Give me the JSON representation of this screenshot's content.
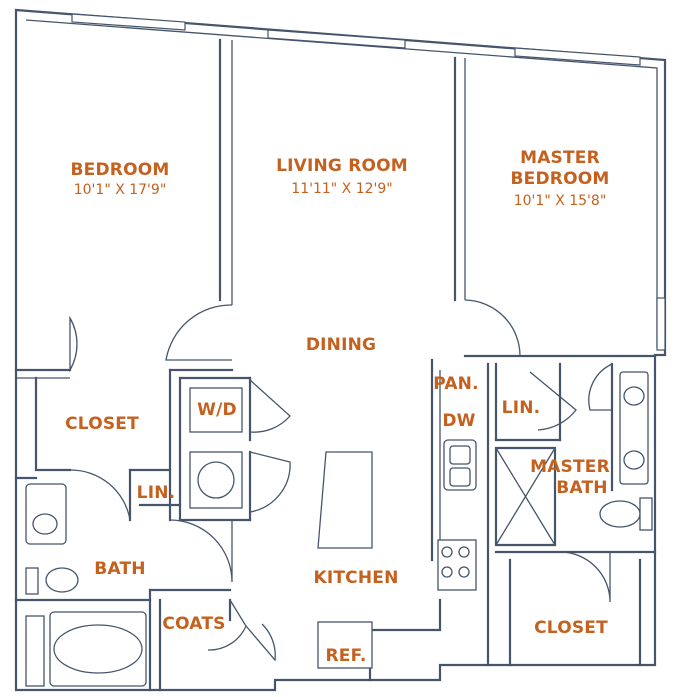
{
  "rooms": {
    "bedroom": {
      "name": "BEDROOM",
      "size": "10'1\" X 17'9\""
    },
    "living_room": {
      "name": "LIVING ROOM",
      "size": "11'11\" X 12'9\""
    },
    "master_bedroom": {
      "name_line1": "MASTER",
      "name_line2": "BEDROOM",
      "size": "10'1\" X 15'8\""
    },
    "dining": "DINING",
    "closet_left": "CLOSET",
    "wd": "W/D",
    "pantry": "PAN.",
    "dishwasher": "DW",
    "linen_master": "LIN.",
    "master_bath_line1": "MASTER",
    "master_bath_line2": "BATH",
    "linen_hall": "LIN.",
    "bath": "BATH",
    "kitchen": "KITCHEN",
    "coats": "COATS",
    "refrigerator": "REF.",
    "closet_master": "CLOSET"
  },
  "colors": {
    "label": "#c4611f",
    "walls": "#46556b",
    "background": "#ffffff"
  }
}
